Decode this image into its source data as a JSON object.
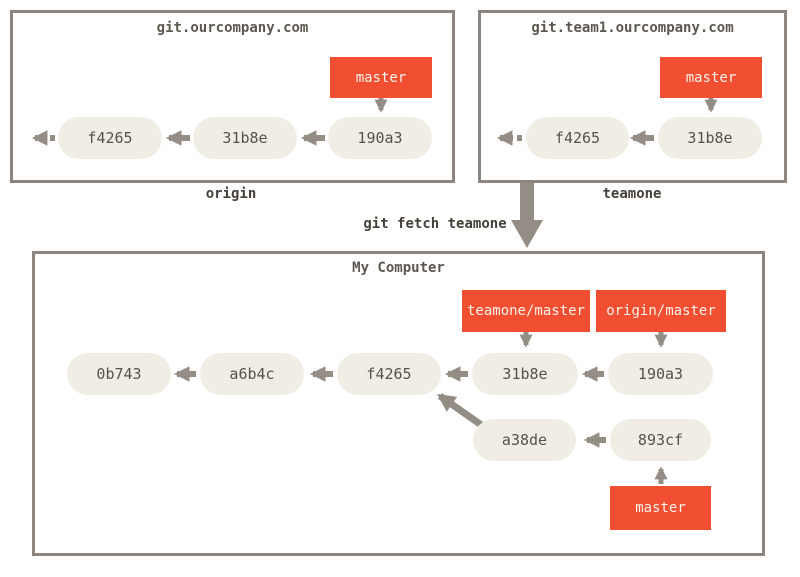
{
  "colors": {
    "accent_red": "#F14E32",
    "node_fill": "#EFEDE4",
    "node_text": "#56524A",
    "box_border": "#8D8680",
    "arrow_gray": "#948D85",
    "title_text": "#5C5850",
    "label_text": "#454039",
    "red_label_text": "#FBF2EA"
  },
  "origin_repo": {
    "title": "git.ourcompany.com",
    "label": "origin",
    "branch": "master",
    "commits": [
      "f4265",
      "31b8e",
      "190a3"
    ]
  },
  "teamone_repo": {
    "title": "git.team1.ourcompany.com",
    "label": "teamone",
    "branch": "master",
    "commits": [
      "f4265",
      "31b8e"
    ]
  },
  "command": "git fetch teamone",
  "local_repo": {
    "title": "My Computer",
    "remote_branches": [
      "teamone/master",
      "origin/master"
    ],
    "branch": "master",
    "main_commits": [
      "0b743",
      "a6b4c",
      "f4265",
      "31b8e",
      "190a3"
    ],
    "topic_commits": [
      "a38de",
      "893cf"
    ]
  }
}
